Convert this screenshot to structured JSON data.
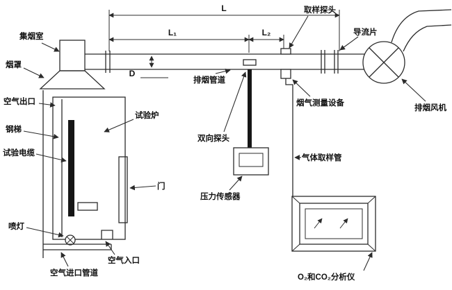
{
  "diagram": {
    "type": "schematic-test-rig",
    "labels": {
      "smoke_collection_chamber": "集烟室",
      "smoke_hood": "烟罩",
      "air_outlet": "空气出口",
      "steel_ladder": "钢梯",
      "test_cable": "试验电缆",
      "blowtorch": "喷灯",
      "air_inlet_duct": "空气进口管道",
      "air_inlet": "空气入口",
      "test_furnace": "试验炉",
      "door": "门",
      "smoke_exhaust_duct": "排烟管道",
      "bidirectional_probe": "双向探头",
      "pressure_sensor": "压力传感器",
      "sampling_probe": "取样探头",
      "flow_deflector": "导流片",
      "flue_gas_measuring_equipment": "烟气测量设备",
      "smoke_exhaust_fan": "排烟风机",
      "gas_sampling_tube": "气体取样管",
      "o2_co2_analyzer": "O₂和CO₂分析仪"
    },
    "dimensions": {
      "total_length": "L",
      "length_1": "L₁",
      "length_2": "L₂",
      "duct_diameter": "D"
    },
    "colors": {
      "line": "#2b2b2b",
      "text": "#111111",
      "background": "#ffffff"
    }
  }
}
